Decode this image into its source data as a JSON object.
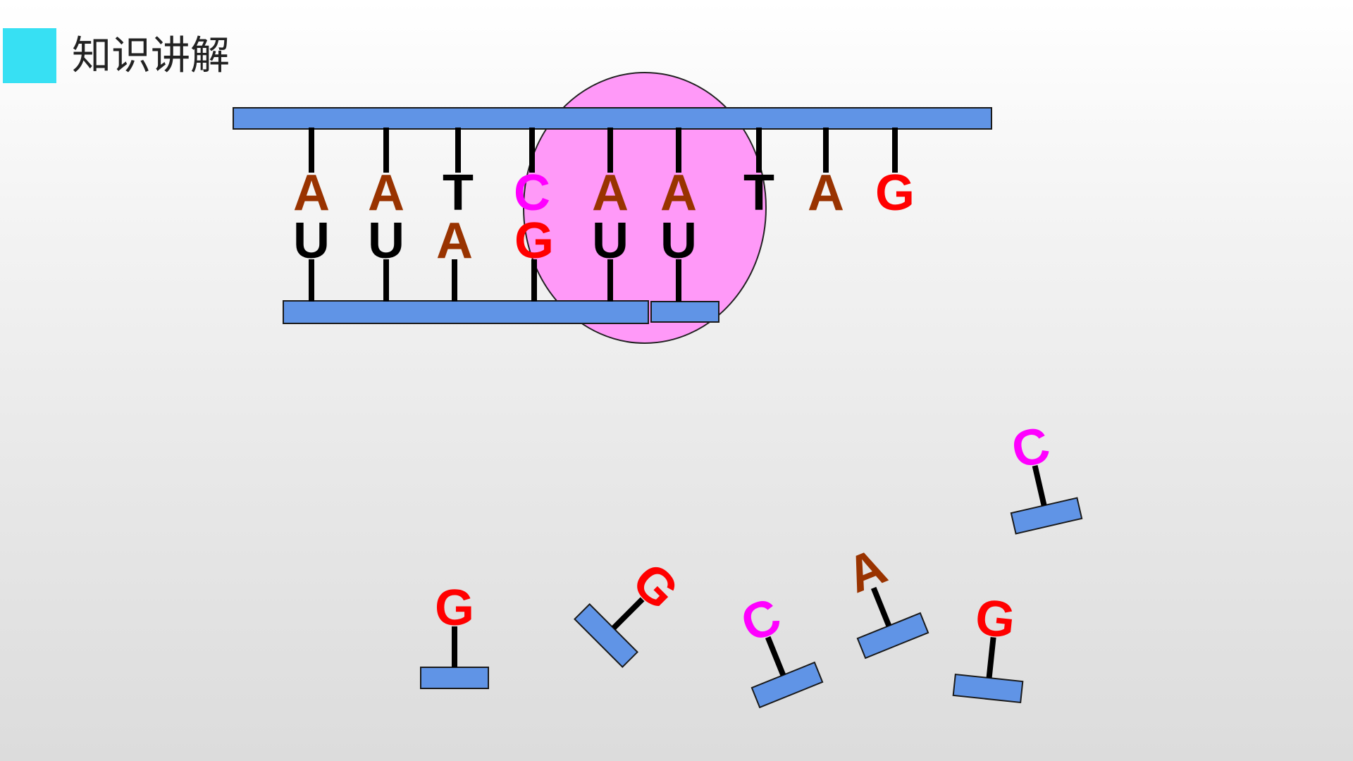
{
  "slide": {
    "title": "知识讲解"
  },
  "colors": {
    "backbone": "#6094e6",
    "ribosome": "#ff99f8",
    "accent": "#37e0f3",
    "A": "#993300",
    "T": "#000000",
    "U": "#000000",
    "C": "#ff00ff",
    "G": "#ff0000"
  },
  "dna_template_strand": [
    "A",
    "A",
    "T",
    "C",
    "A",
    "A",
    "T",
    "A",
    "G"
  ],
  "mrna_strand": [
    "U",
    "U",
    "A",
    "G",
    "U",
    "U"
  ],
  "free_nucleotides": [
    "G",
    "G",
    "C",
    "A",
    "G",
    "C"
  ]
}
